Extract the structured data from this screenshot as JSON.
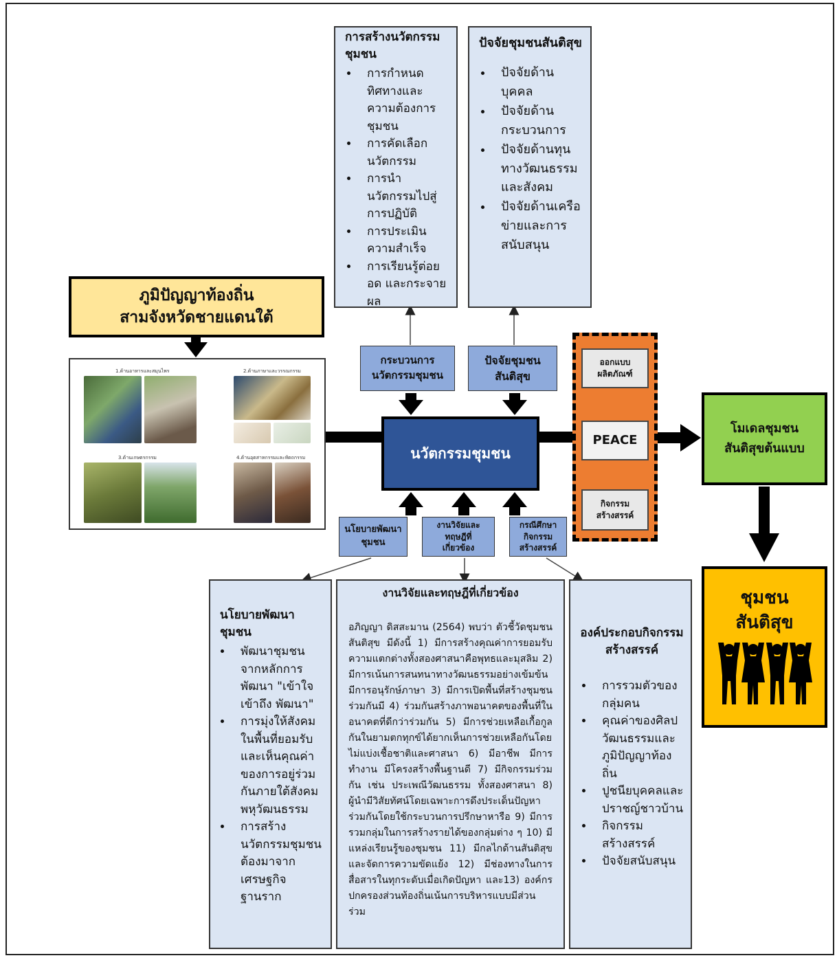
{
  "heritage": {
    "line1": "ภูมิปัญญาท้องถิ่น",
    "line2": "สามจังหวัดชายแดนใต้"
  },
  "photo_panel": {
    "captions": [
      "1.ด้านอาหารและสมุนไพร",
      "2.ด้านภาษาและวรรณกรรม",
      "3.ด้านเกษตรกรรม",
      "4.ด้านอุตสาหกรรมและหัตถกรรม"
    ]
  },
  "innovation_process": {
    "title": "การสร้างนวัตกรรมชุมชน",
    "items": [
      "การกำหนดทิศทางและความต้องการชุมชน",
      "การคัดเลือกนวัตกรรม",
      "การนำนวัตกรรมไปสู่การปฏิบัติ",
      "การประเมินความสำเร็จ",
      "การเรียนรู้ต่อยอด และกระจายผล"
    ]
  },
  "peace_factors": {
    "title": "ปัจจัยชุมชนสันติสุข",
    "items": [
      "ปัจจัยด้านบุคคล",
      "ปัจจัยด้านกระบวนการ",
      "ปัจจัยด้านทุนทางวัฒนธรรมและสังคม",
      "ปัจจัยด้านเครือข่ายและการสนับสนุน"
    ]
  },
  "mid_labels": {
    "process": "กระบวนการนวัตกรรมชุมชน",
    "factors": "ปัจจัยชุมชนสันติสุข"
  },
  "central": "นวัตกรรมชุมชน",
  "peace_box": {
    "top": "ออกแบบผลิตภัณฑ์",
    "center": "PEACE",
    "bottom": "กิจกรรมสร้างสรรค์"
  },
  "model": "โมเดลชุมชนสันติสุขต้นแบบ",
  "peaceful": {
    "line1": "ชุมชน",
    "line2": "สันติสุข"
  },
  "inputs": {
    "policy": "นโยบายพัฒนาชุมชน",
    "research": "งานวิจัยและทฤษฎีที่เกี่ยวข้อง",
    "case": "กรณีศึกษากิจกรรมสร้างสรรค์"
  },
  "policy_detail": {
    "title": "นโยบายพัฒนาชุมชน",
    "items": [
      "พัฒนาชุมชนจากหลักการพัฒนา \"เข้าใจ เข้าถึง พัฒนา\"",
      "การมุ่งให้สังคมในพื้นที่ยอมรับและเห็นคุณค่าของการอยู่ร่วมกันภายใต้สังคมพหุวัฒนธรรม",
      "การสร้างนวัตกรรมชุมชนต้องมาจากเศรษฐกิจฐานราก"
    ]
  },
  "research_detail": {
    "title": "งานวิจัยและทฤษฎีที่เกี่ยวข้อง",
    "body": "อภิญญา ดิสสะมาน (2564) พบว่า ตัวชี้วัดชุมชนสันติสุข มีดังนี้ 1) มีการสร้างคุณค่าการยอมรับความแตกต่างทั้งสองศาสนาคือพุทธและมุสลิม 2) มีการเน้นการสนทนาทางวัฒนธรรมอย่างเข้มข้น มีการอนุรักษ์ภาษา 3) มีการเปิดพื้นที่สร้างชุมชนร่วมกันมี 4) ร่วมกันสร้างภาพอนาคตของพื้นที่ในอนาคตที่ดีกว่าร่วมกัน 5) มีการช่วยเหลือเกื้อกูลกันในยามตกทุกข์ได้ยากเห็นการช่วยเหลือกันโดยไม่แบ่งเชื้อชาติและศาสนา 6) มีอาชีพ มีการทำงาน มีโครงสร้างพื้นฐานดี 7) มีกิจกรรมร่วมกัน เช่น ประเพณีวัฒนธรรม ทั้งสองศาสนา 8) ผู้นำมีวิสัยทัศน์โดยเฉพาะการดึงประเด็นปัญหาร่วมกันโดยใช้กระบวนการปรึกษาหารือ 9) มีการรวมกลุ่มในการสร้างรายได้ของกลุ่มต่าง ๆ 10) มีแหล่งเรียนรู้ของชุมชน 11) มีกลไกด้านสันติสุขและจัดการความขัดแย้ง 12) มีช่องทางในการสื่อสารในทุกระดับเมื่อเกิดปัญหา และ13) องค์กรปกครองส่วนท้องถิ่นเน้นการบริหารแบบมีส่วนร่วม"
  },
  "activity_detail": {
    "title": "องค์ประกอบกิจกรรมสร้างสรรค์",
    "items": [
      "การรวมตัวของกลุ่มคน",
      "คุณค่าของศิลปวัฒนธรรมและภูมิปัญญาท้องถิ่น",
      "ปูชนียบุคคลและปราชญ์ชาวบ้าน",
      "กิจกรรมสร้างสรรค์",
      "ปัจจัยสนับสนุน"
    ]
  },
  "colors": {
    "light_blue": "#dbe5f3",
    "mid_blue": "#8eaadb",
    "dark_blue": "#2f5597",
    "yellow_light": "#ffe699",
    "orange": "#ed7d31",
    "green": "#92d050",
    "gold": "#ffc000"
  },
  "icons": [
    "arrow-down-icon",
    "arrow-right-icon",
    "people-icon"
  ]
}
